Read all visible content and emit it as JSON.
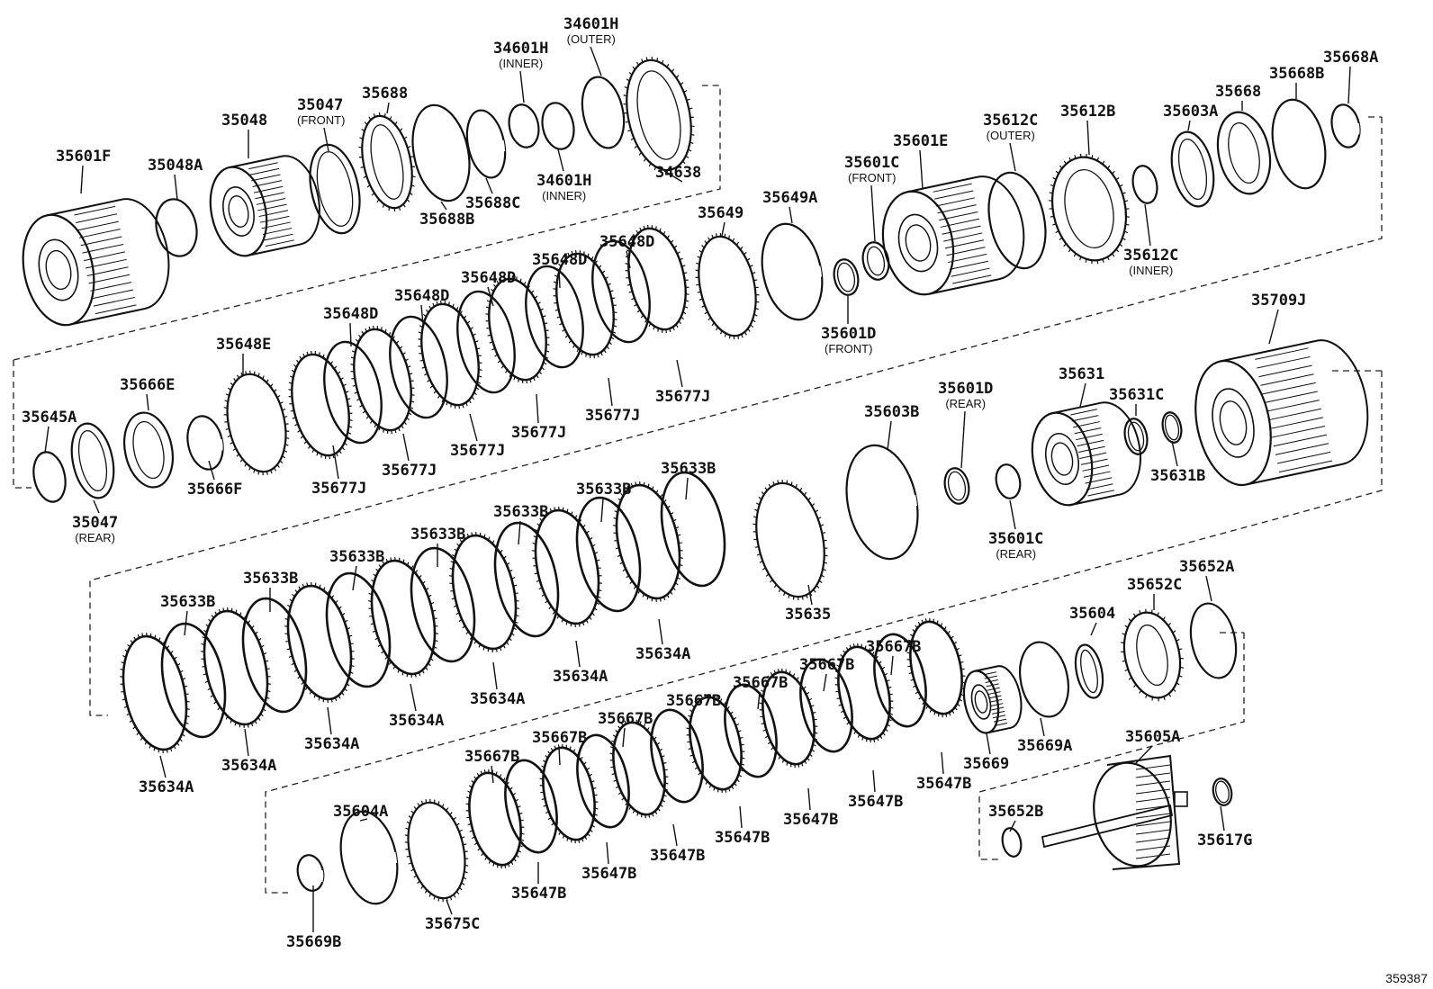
{
  "diagram": {
    "document_id": "359387",
    "parts": [
      {
        "id": "p001",
        "code": "35601F",
        "note": ""
      },
      {
        "id": "p002",
        "code": "35048A",
        "note": ""
      },
      {
        "id": "p003",
        "code": "35048",
        "note": ""
      },
      {
        "id": "p004",
        "code": "35047",
        "note": "(FRONT)"
      },
      {
        "id": "p005",
        "code": "35688",
        "note": ""
      },
      {
        "id": "p006",
        "code": "35688B",
        "note": ""
      },
      {
        "id": "p007",
        "code": "35688C",
        "note": ""
      },
      {
        "id": "p008",
        "code": "34601H",
        "note": "(INNER)"
      },
      {
        "id": "p009",
        "code": "34601H",
        "note": "(OUTER)"
      },
      {
        "id": "p010",
        "code": "34601H",
        "note": "(INNER)"
      },
      {
        "id": "p011",
        "code": "34638",
        "note": ""
      },
      {
        "id": "p012",
        "code": "35601E",
        "note": ""
      },
      {
        "id": "p013",
        "code": "35601C",
        "note": "(FRONT)"
      },
      {
        "id": "p014",
        "code": "35601D",
        "note": "(FRONT)"
      },
      {
        "id": "p015",
        "code": "35612C",
        "note": "(OUTER)"
      },
      {
        "id": "p016",
        "code": "35612B",
        "note": ""
      },
      {
        "id": "p017",
        "code": "35612C",
        "note": "(INNER)"
      },
      {
        "id": "p018",
        "code": "35603A",
        "note": ""
      },
      {
        "id": "p019",
        "code": "35668",
        "note": ""
      },
      {
        "id": "p020",
        "code": "35668B",
        "note": ""
      },
      {
        "id": "p021",
        "code": "35668A",
        "note": ""
      },
      {
        "id": "p022",
        "code": "35649",
        "note": ""
      },
      {
        "id": "p023",
        "code": "35649A",
        "note": ""
      },
      {
        "id": "p024",
        "code": "35648D",
        "note": ""
      },
      {
        "id": "p025",
        "code": "35648D",
        "note": ""
      },
      {
        "id": "p026",
        "code": "35648D",
        "note": ""
      },
      {
        "id": "p027",
        "code": "35648D",
        "note": ""
      },
      {
        "id": "p028",
        "code": "35648D",
        "note": ""
      },
      {
        "id": "p029",
        "code": "35648E",
        "note": ""
      },
      {
        "id": "p030",
        "code": "35666E",
        "note": ""
      },
      {
        "id": "p031",
        "code": "35645A",
        "note": ""
      },
      {
        "id": "p032",
        "code": "35047",
        "note": "(REAR)"
      },
      {
        "id": "p033",
        "code": "35666F",
        "note": ""
      },
      {
        "id": "p034",
        "code": "35677J",
        "note": ""
      },
      {
        "id": "p035",
        "code": "35677J",
        "note": ""
      },
      {
        "id": "p036",
        "code": "35677J",
        "note": ""
      },
      {
        "id": "p037",
        "code": "35677J",
        "note": ""
      },
      {
        "id": "p038",
        "code": "35677J",
        "note": ""
      },
      {
        "id": "p039",
        "code": "35677J",
        "note": ""
      },
      {
        "id": "p040",
        "code": "35709J",
        "note": ""
      },
      {
        "id": "p041",
        "code": "35631",
        "note": ""
      },
      {
        "id": "p042",
        "code": "35631C",
        "note": ""
      },
      {
        "id": "p043",
        "code": "35631B",
        "note": ""
      },
      {
        "id": "p044",
        "code": "35601D",
        "note": "(REAR)"
      },
      {
        "id": "p045",
        "code": "35601C",
        "note": "(REAR)"
      },
      {
        "id": "p046",
        "code": "35603B",
        "note": ""
      },
      {
        "id": "p047",
        "code": "35635",
        "note": ""
      },
      {
        "id": "p048",
        "code": "35633B",
        "note": ""
      },
      {
        "id": "p049",
        "code": "35633B",
        "note": ""
      },
      {
        "id": "p050",
        "code": "35633B",
        "note": ""
      },
      {
        "id": "p051",
        "code": "35633B",
        "note": ""
      },
      {
        "id": "p052",
        "code": "35633B",
        "note": ""
      },
      {
        "id": "p053",
        "code": "35633B",
        "note": ""
      },
      {
        "id": "p054",
        "code": "35633B",
        "note": ""
      },
      {
        "id": "p055",
        "code": "35634A",
        "note": ""
      },
      {
        "id": "p056",
        "code": "35634A",
        "note": ""
      },
      {
        "id": "p057",
        "code": "35634A",
        "note": ""
      },
      {
        "id": "p058",
        "code": "35634A",
        "note": ""
      },
      {
        "id": "p059",
        "code": "35634A",
        "note": ""
      },
      {
        "id": "p060",
        "code": "35634A",
        "note": ""
      },
      {
        "id": "p061",
        "code": "35634A",
        "note": ""
      },
      {
        "id": "p062",
        "code": "35652A",
        "note": ""
      },
      {
        "id": "p063",
        "code": "35652C",
        "note": ""
      },
      {
        "id": "p064",
        "code": "35604",
        "note": ""
      },
      {
        "id": "p065",
        "code": "35669",
        "note": ""
      },
      {
        "id": "p066",
        "code": "35669A",
        "note": ""
      },
      {
        "id": "p067",
        "code": "35605A",
        "note": ""
      },
      {
        "id": "p068",
        "code": "35652B",
        "note": ""
      },
      {
        "id": "p069",
        "code": "35617G",
        "note": ""
      },
      {
        "id": "p070",
        "code": "35667B",
        "note": ""
      },
      {
        "id": "p071",
        "code": "35667B",
        "note": ""
      },
      {
        "id": "p072",
        "code": "35667B",
        "note": ""
      },
      {
        "id": "p073",
        "code": "35667B",
        "note": ""
      },
      {
        "id": "p074",
        "code": "35667B",
        "note": ""
      },
      {
        "id": "p075",
        "code": "35667B",
        "note": ""
      },
      {
        "id": "p076",
        "code": "35667B",
        "note": ""
      },
      {
        "id": "p077",
        "code": "35647B",
        "note": ""
      },
      {
        "id": "p078",
        "code": "35647B",
        "note": ""
      },
      {
        "id": "p079",
        "code": "35647B",
        "note": ""
      },
      {
        "id": "p080",
        "code": "35647B",
        "note": ""
      },
      {
        "id": "p081",
        "code": "35647B",
        "note": ""
      },
      {
        "id": "p082",
        "code": "35647B",
        "note": ""
      },
      {
        "id": "p083",
        "code": "35647B",
        "note": ""
      },
      {
        "id": "p084",
        "code": "35604A",
        "note": ""
      },
      {
        "id": "p085",
        "code": "35669B",
        "note": ""
      },
      {
        "id": "p086",
        "code": "35675C",
        "note": ""
      }
    ]
  }
}
